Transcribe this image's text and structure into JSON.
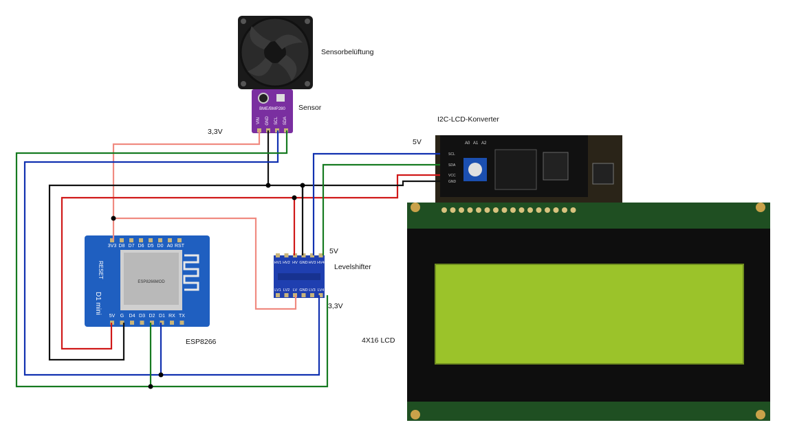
{
  "labels": {
    "fan": "Sensorbelüftung",
    "sensor": "Sensor",
    "sensor_voltage": "3,3V",
    "i2c_converter": "I2C-LCD-Konverter",
    "lcd_voltage": "5V",
    "levelshifter": "Levelshifter",
    "ls_high_voltage": "5V",
    "ls_low_voltage": "3,3V",
    "esp": "ESP8266",
    "lcd": "4X16 LCD"
  },
  "sensor_board": {
    "name": "BME/BMP280",
    "pins": [
      "VIN",
      "GND",
      "SCL",
      "SDA"
    ]
  },
  "esp_board": {
    "top_pins": [
      "3V3",
      "D8",
      "D7",
      "D6",
      "D5",
      "D0",
      "A0",
      "RST"
    ],
    "bottom_pins": [
      "5V",
      "G",
      "D4",
      "D3",
      "D2",
      "D1",
      "RX",
      "TX"
    ],
    "side_text": "D1 mini",
    "reset_text": "RESET",
    "module_text": "ESP8266MOD"
  },
  "levelshifter_board": {
    "top_pins": [
      "HV1",
      "HV2",
      "HV",
      "GND",
      "HV3",
      "HV4"
    ],
    "bottom_pins": [
      "LV1",
      "LV2",
      "LV",
      "GND",
      "LV3",
      "LV4"
    ]
  },
  "converter_board": {
    "pins": [
      "GND",
      "VCC",
      "SDA",
      "SCL"
    ],
    "header_labels": [
      "A0",
      "A1",
      "A2"
    ]
  },
  "wire_colors": {
    "v33": "#f08a80",
    "v5": "#d01818",
    "gnd": "#111111",
    "scl": "#1030b0",
    "sda": "#157a20"
  }
}
